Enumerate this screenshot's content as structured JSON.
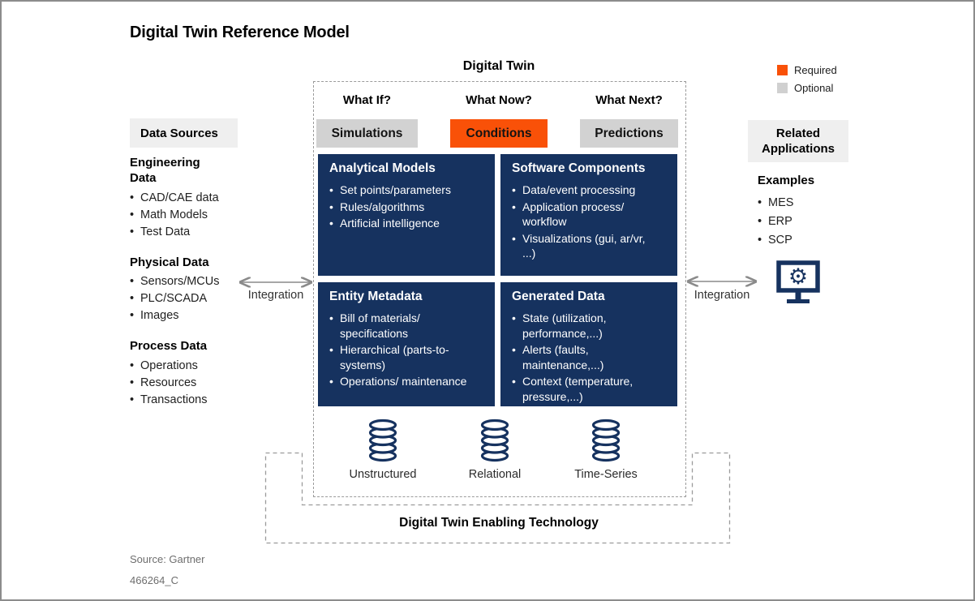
{
  "title": "Digital Twin Reference Model",
  "legend": {
    "required_label": "Required",
    "optional_label": "Optional",
    "required_color": "#F95108",
    "optional_color": "#D0D0D0"
  },
  "colors": {
    "navy": "#16325F",
    "orange": "#F95108",
    "button_gray": "#D2D2D2",
    "panel_gray": "#EFEFEF",
    "dash_gray": "#9B9B9B",
    "arrow_gray": "#8A8A8A",
    "source_gray": "#6E6E6E"
  },
  "data_sources": {
    "header": "Data Sources",
    "sections": [
      {
        "title": "Engineering Data",
        "items": [
          "CAD/CAE data",
          "Math Models",
          "Test Data"
        ]
      },
      {
        "title": "Physical Data",
        "items": [
          "Sensors/MCUs",
          "PLC/SCADA",
          "Images"
        ]
      },
      {
        "title": "Process Data",
        "items": [
          "Operations",
          "Resources",
          "Transactions"
        ]
      }
    ]
  },
  "integration": {
    "left_label": "Integration",
    "right_label": "Integration"
  },
  "digital_twin": {
    "label": "Digital Twin",
    "columns": [
      {
        "question": "What If?",
        "button": "Simulations",
        "state": "optional"
      },
      {
        "question": "What Now?",
        "button": "Conditions",
        "state": "required"
      },
      {
        "question": "What Next?",
        "button": "Predictions",
        "state": "optional"
      }
    ],
    "boxes": [
      {
        "title": "Analytical Models",
        "items": [
          "Set points/parameters",
          "Rules/algorithms",
          "Artificial intelligence"
        ]
      },
      {
        "title": "Software Components",
        "items": [
          "Data/event processing",
          "Application process/ workflow",
          "Visualizations (gui, ar/vr, ...)"
        ]
      },
      {
        "title": "Entity Metadata",
        "items": [
          "Bill of materials/ specifications",
          "Hierarchical (parts-to-systems)",
          "Operations/ maintenance"
        ]
      },
      {
        "title": "Generated Data",
        "items": [
          "State (utilization, performance,...)",
          "Alerts (faults, maintenance,...)",
          "Context (temperature, pressure,...)"
        ]
      }
    ],
    "databases": [
      {
        "label": "Unstructured"
      },
      {
        "label": "Relational"
      },
      {
        "label": "Time-Series"
      }
    ]
  },
  "enabling_technology": {
    "label": "Digital Twin Enabling Technology"
  },
  "related_applications": {
    "header": "Related Applications",
    "examples_title": "Examples",
    "items": [
      "MES",
      "ERP",
      "SCP"
    ]
  },
  "footer": {
    "source": "Source: Gartner",
    "doc_id": "466264_C"
  }
}
